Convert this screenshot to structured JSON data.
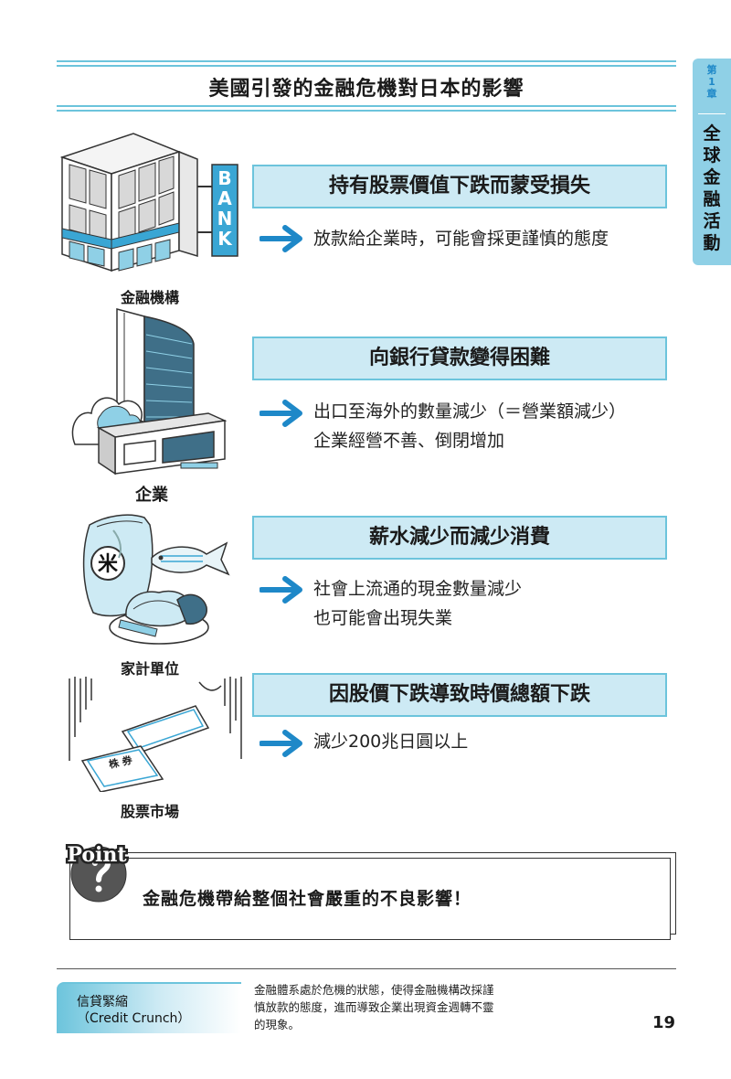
{
  "page": {
    "title": "美國引發的金融危機對日本的影響",
    "chapter_label_1": "第",
    "chapter_label_2": "1",
    "chapter_label_3": "章",
    "tab_title": [
      "全",
      "球",
      "金",
      "融",
      "活",
      "動"
    ],
    "page_number": "19"
  },
  "sections": [
    {
      "caption": "金融機構",
      "heading": "持有股票價值下跌而蒙受損失",
      "lines": [
        "放款給企業時，可能會採更謹慎的態度"
      ],
      "bank_sign": [
        "B",
        "A",
        "N",
        "K"
      ]
    },
    {
      "caption": "企業",
      "heading": "向銀行貸款變得困難",
      "lines": [
        "出口至海外的數量減少（＝營業額減少）",
        "企業經營不善、倒閉增加"
      ]
    },
    {
      "caption": "家計單位",
      "heading": "薪水減少而減少消費",
      "lines": [
        "社會上流通的現金數量減少",
        "也可能會出現失業"
      ],
      "rice_label": "米"
    },
    {
      "caption": "股票市場",
      "heading": "因股價下跌導致時價總額下跌",
      "lines": [
        "減少200兆日圓以上"
      ],
      "certificate_label": "株 券"
    }
  ],
  "point": {
    "badge": "Point",
    "text": "金融危機帶給整個社會嚴重的不良影響！"
  },
  "footer": {
    "term": "信貸緊縮",
    "term_en": "（Credit Crunch）",
    "desc_lines": [
      "金融體系處於危機的狀態，使得金融機構改採謹",
      "慎放款的態度，進而導致企業出現資金週轉不靈",
      "的現象。"
    ]
  },
  "colors": {
    "accent": "#6cc4dc",
    "box_fill": "#cdeaf4",
    "tab_fill": "#8fd0e6",
    "arrow": "#1e88c8"
  }
}
